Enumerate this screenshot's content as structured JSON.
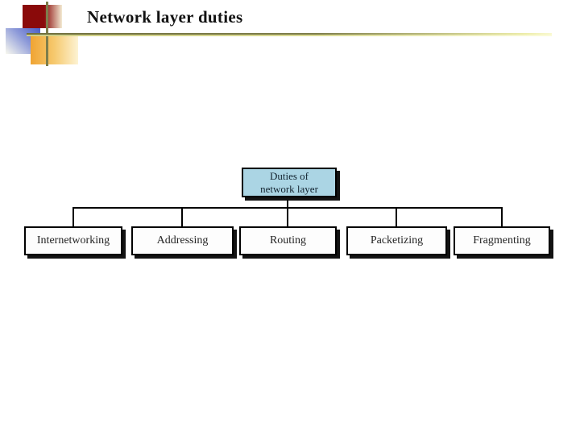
{
  "slide": {
    "title": "Network layer duties",
    "background": "#ffffff",
    "accent_colors": {
      "rule_olive": "#7d7d4b",
      "rule_fade_yellow": "#f8f8d0",
      "logo_red": "#8a0a0a",
      "logo_blue": "#4a5ec8",
      "logo_orange": "#f0a433"
    }
  },
  "diagram": {
    "type": "tree",
    "root": {
      "label_line1": "Duties of",
      "label_line2": "network layer",
      "fill": "#abd5e4"
    },
    "children": [
      {
        "label": "Internetworking"
      },
      {
        "label": "Addressing"
      },
      {
        "label": "Routing"
      },
      {
        "label": "Packetizing"
      },
      {
        "label": "Fragmenting"
      }
    ],
    "child_fill": "#fdfdfd",
    "border_color": "#000000",
    "shadow_color": "#131313",
    "connector_color": "#000000"
  }
}
